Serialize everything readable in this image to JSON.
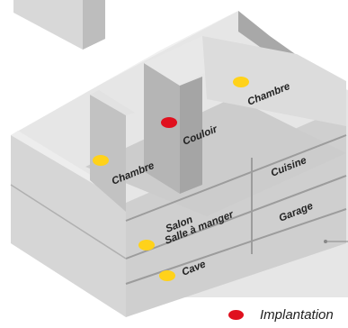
{
  "colors": {
    "red_marker": "#e0101e",
    "yellow_marker": "#ffd21a",
    "wall_light": "#d9d9d9",
    "wall_mid": "#c4c4c4",
    "wall_dark": "#9a9a9a",
    "background": "#ffffff"
  },
  "rooms": {
    "chambre_left": "Chambre",
    "couloir": "Couloir",
    "chambre_right": "Chambre",
    "cuisine": "Cuisine",
    "salon": "Salon",
    "salle_a_manger": "Salle à manger",
    "garage": "Garage",
    "cave": "Cave"
  },
  "legend": {
    "marker": "red-dot",
    "label": "Implantation"
  }
}
